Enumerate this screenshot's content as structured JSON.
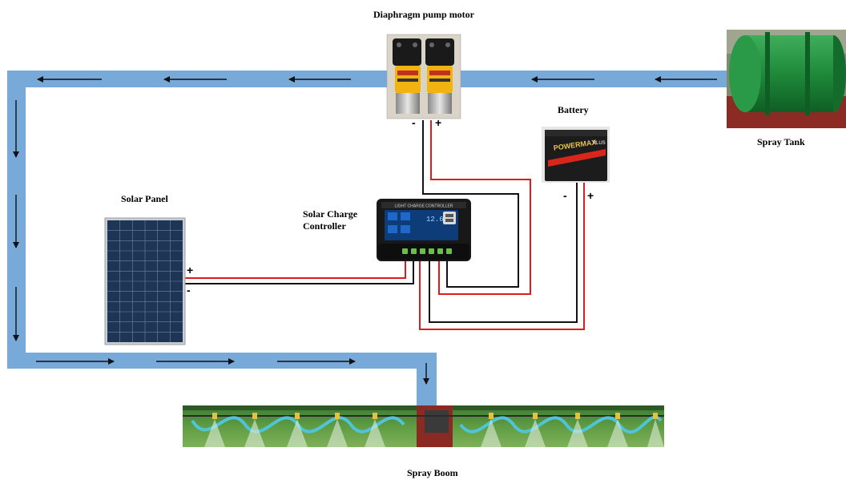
{
  "labels": {
    "pump": "Diaphragm pump motor",
    "battery": "Battery",
    "tank": "Spray Tank",
    "solar_panel": "Solar Panel",
    "controller_line1": "Solar Charge",
    "controller_line2": "Controller",
    "boom": "Spray Boom"
  },
  "terminals": {
    "minus": "-",
    "plus": "+"
  },
  "controller_screen": {
    "header": "LIGHT CHARGE CONTROLLER",
    "readout": "12.6"
  },
  "battery_brand": {
    "name": "POWERMAX",
    "sub": "PLUS"
  },
  "colors": {
    "pipe": "#77aad9",
    "positive_wire": "#e01b1b",
    "negative_wire": "#111111",
    "tank_green": "#1e8a3a"
  }
}
